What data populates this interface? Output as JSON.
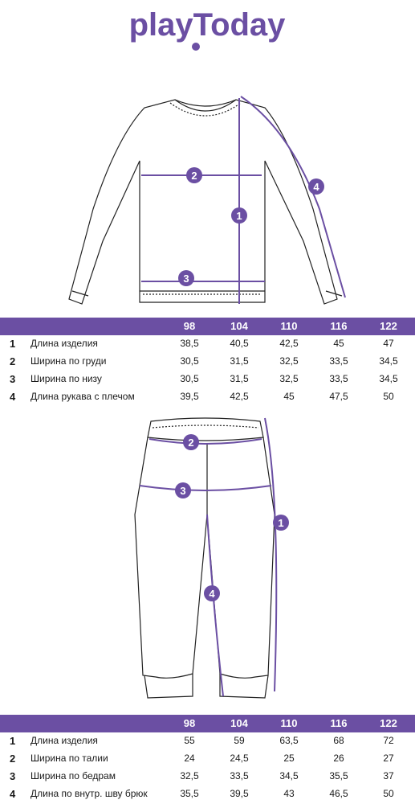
{
  "brand": {
    "logo_text": "playToday",
    "accent": "#6b4fa3"
  },
  "top_section": {
    "markers": [
      "1",
      "2",
      "3",
      "4"
    ],
    "sizes": [
      "98",
      "104",
      "110",
      "116",
      "122"
    ],
    "rows": [
      {
        "num": "1",
        "label": "Длина изделия",
        "values": [
          "38,5",
          "40,5",
          "42,5",
          "45",
          "47"
        ]
      },
      {
        "num": "2",
        "label": "Ширина по груди",
        "values": [
          "30,5",
          "31,5",
          "32,5",
          "33,5",
          "34,5"
        ]
      },
      {
        "num": "3",
        "label": "Ширина по низу",
        "values": [
          "30,5",
          "31,5",
          "32,5",
          "33,5",
          "34,5"
        ]
      },
      {
        "num": "4",
        "label": "Длина рукава с плечом",
        "values": [
          "39,5",
          "42,5",
          "45",
          "47,5",
          "50"
        ]
      }
    ]
  },
  "bottom_section": {
    "markers": [
      "1",
      "2",
      "3",
      "4"
    ],
    "sizes": [
      "98",
      "104",
      "110",
      "116",
      "122"
    ],
    "rows": [
      {
        "num": "1",
        "label": "Длина изделия",
        "values": [
          "55",
          "59",
          "63,5",
          "68",
          "72"
        ]
      },
      {
        "num": "2",
        "label": "Ширина по талии",
        "values": [
          "24",
          "24,5",
          "25",
          "26",
          "27"
        ]
      },
      {
        "num": "3",
        "label": "Ширина по бедрам",
        "values": [
          "32,5",
          "33,5",
          "34,5",
          "35,5",
          "37"
        ]
      },
      {
        "num": "4",
        "label": "Длина по внутр. шву брюк",
        "values": [
          "35,5",
          "39,5",
          "43",
          "46,5",
          "50"
        ]
      }
    ]
  }
}
